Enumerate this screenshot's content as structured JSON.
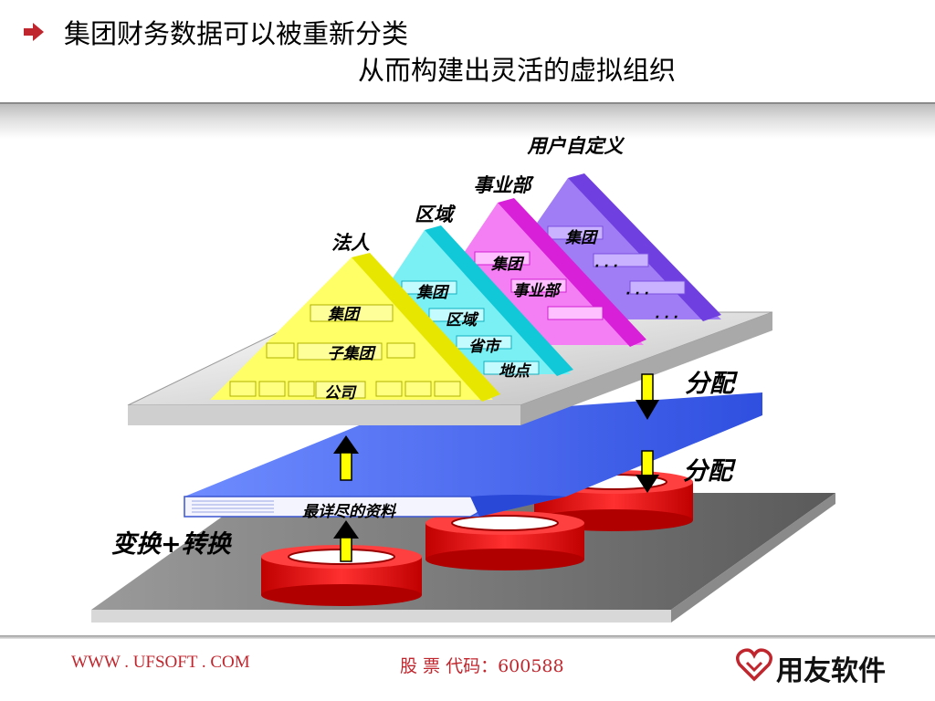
{
  "title": {
    "line1": "集团财务数据可以被重新分类",
    "line2": "从而构建出灵活的虚拟组织"
  },
  "diagram": {
    "pyramid_labels": {
      "legal": "法人",
      "region": "区域",
      "division": "事业部",
      "custom": "用户自定义"
    },
    "legal_pyramid": {
      "level1": "集团",
      "level2": "子集团",
      "level3": "公司"
    },
    "region_pyramid": {
      "level1": "集团",
      "level2": "区域",
      "level3": "省市",
      "level4": "地点"
    },
    "division_pyramid": {
      "level1": "集团",
      "level2": "事业部"
    },
    "custom_pyramid": {
      "level1": "集团",
      "level2": "· · ·",
      "level3": "· · ·",
      "level4": "· · ·"
    },
    "allocate_upper": "分配",
    "allocate_lower": "分配",
    "transform": "变换+转换",
    "detail_data": "最详尽的资料"
  },
  "footer": {
    "url": "WWW . UFSOFT . COM",
    "stock": "股 票 代码：600588",
    "logo_text": "用友软件"
  },
  "colors": {
    "footer_red": "#c0262d",
    "yellow": "#f2f20a",
    "cyan": "#38e0e8",
    "magenta": "#ee33ee",
    "purple": "#8a5cf0",
    "blue_sheet": "#4a6cf0",
    "red_disc": "#e02020"
  }
}
